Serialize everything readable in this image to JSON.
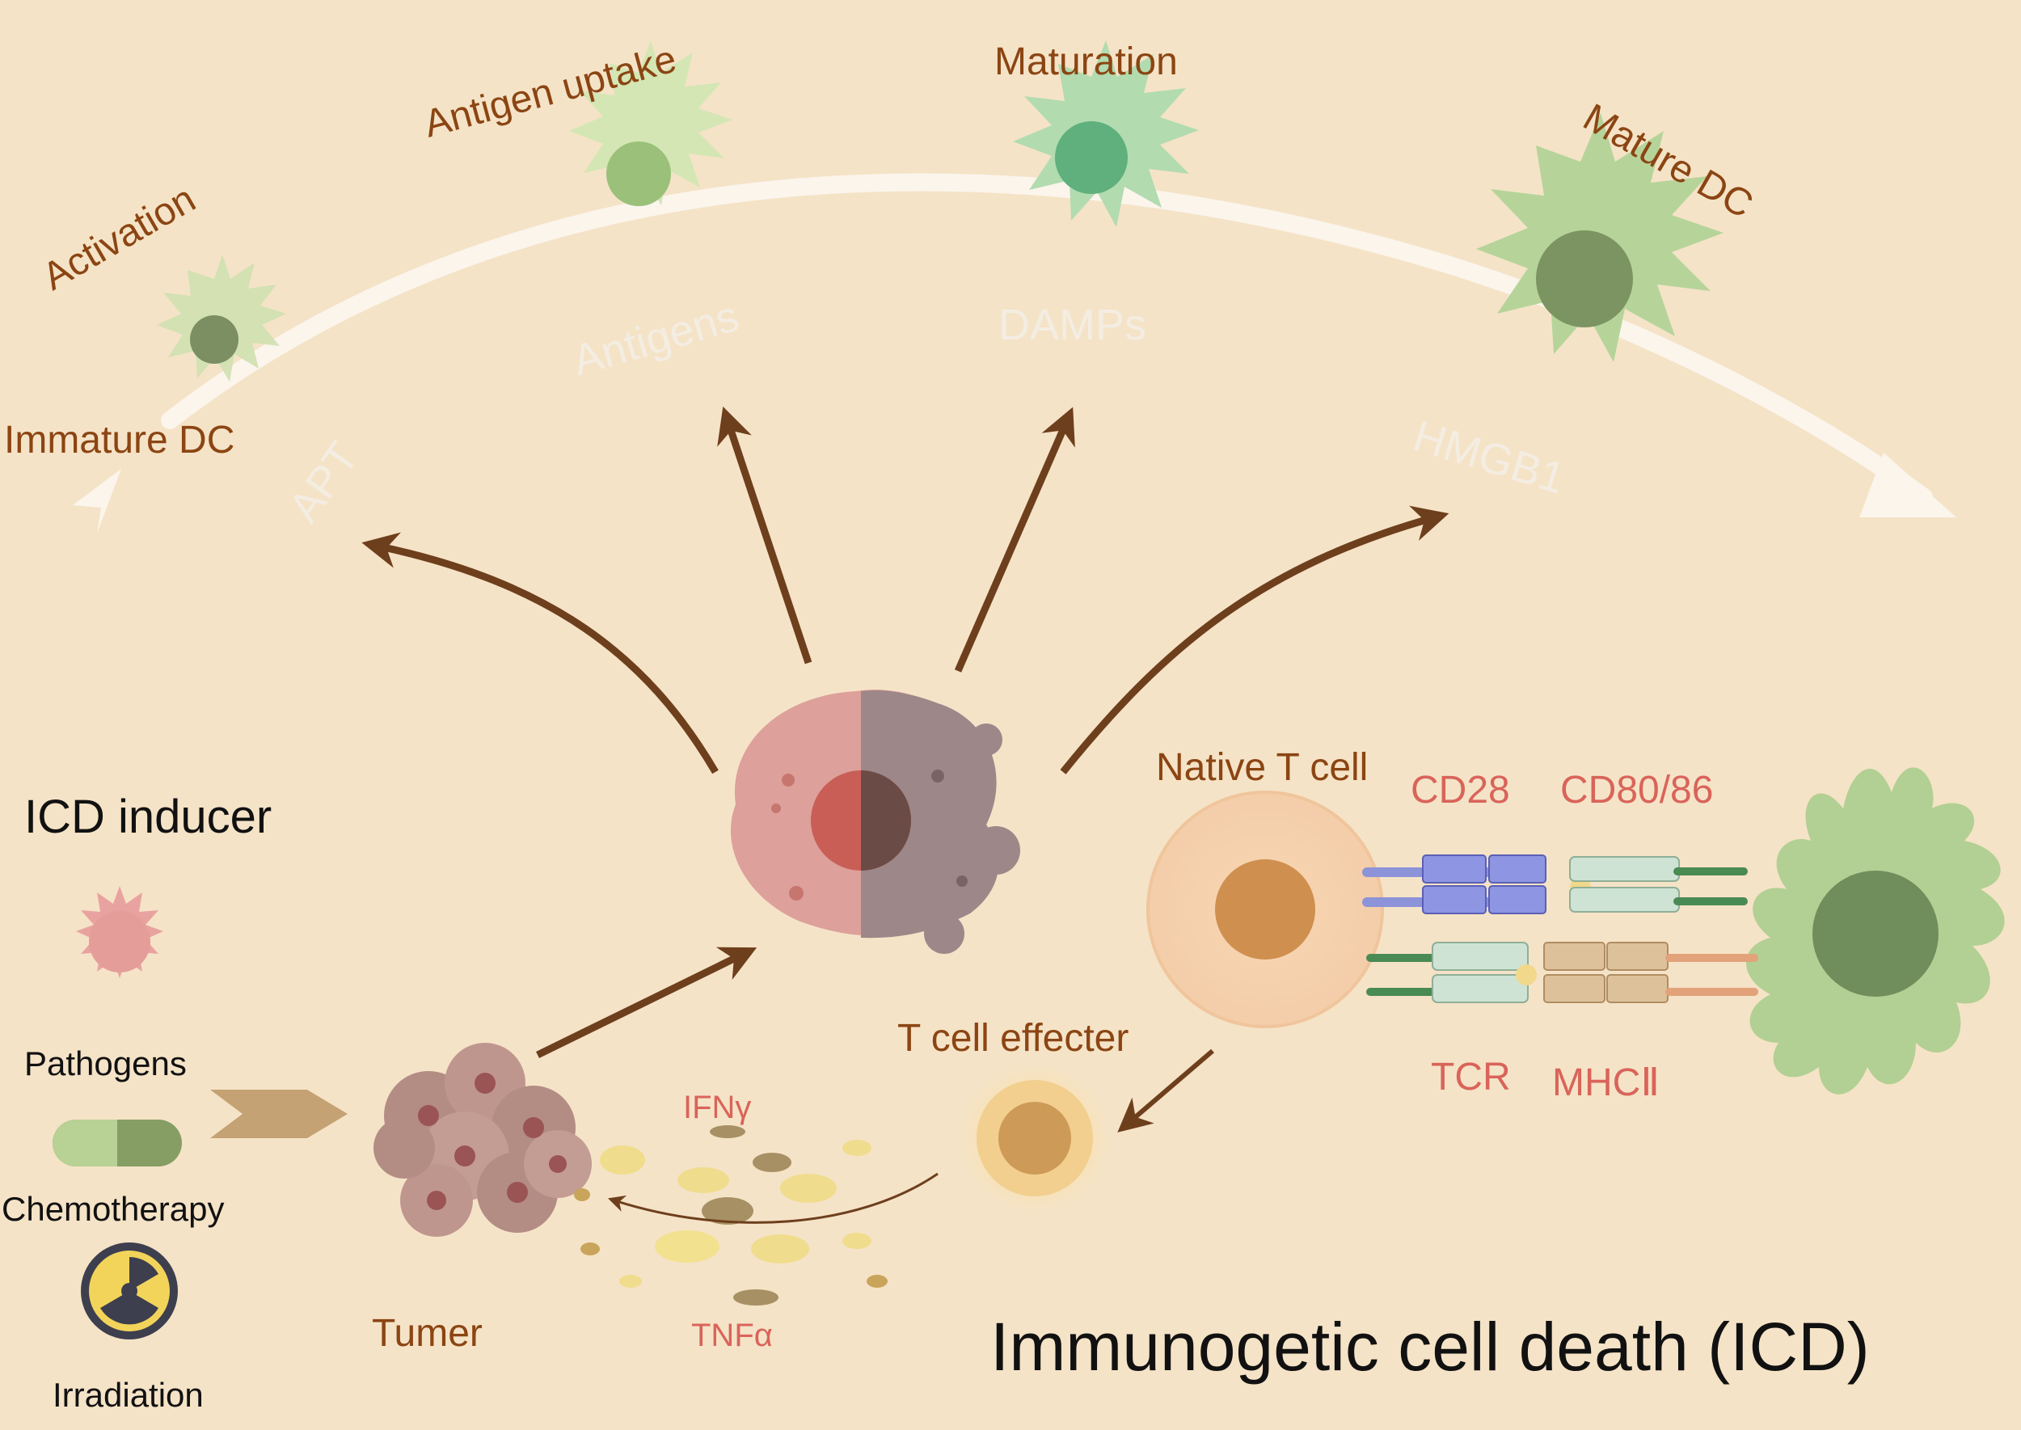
{
  "title": "Immunogetic cell death (ICD)",
  "dc_stages": {
    "activation": "Activation",
    "antigen_uptake": "Antigen uptake",
    "maturation": "Maturation",
    "mature_dc": "Mature DC",
    "immature_dc": "Immature DC"
  },
  "path_labels": {
    "apt": "APT",
    "antigens": "Antigens",
    "damps": "DAMPs",
    "hmgb1": "HMGB1"
  },
  "inducer": {
    "heading": "ICD inducer",
    "pathogens": "Pathogens",
    "chemotherapy": "Chemotherapy",
    "irradiation": "Irradiation"
  },
  "tumor_label": "Tumer",
  "cytokines": {
    "ifn": "IFNγ",
    "tnf": "TNFα"
  },
  "t_cells": {
    "native": "Native T cell",
    "effector": "T cell effecter"
  },
  "receptors": {
    "cd28": "CD28",
    "cd80_86": "CD80/86",
    "tcr": "TCR",
    "mhc": "MHCⅡ"
  },
  "colors": {
    "background": "#f5e3c7",
    "arrow_brown": "#6e3f1c",
    "dc_green": "#a9c98a",
    "tumor_pink": "#d98a85",
    "dead_cell": "#9b8686",
    "t_cell_orange": "#d7955a"
  }
}
